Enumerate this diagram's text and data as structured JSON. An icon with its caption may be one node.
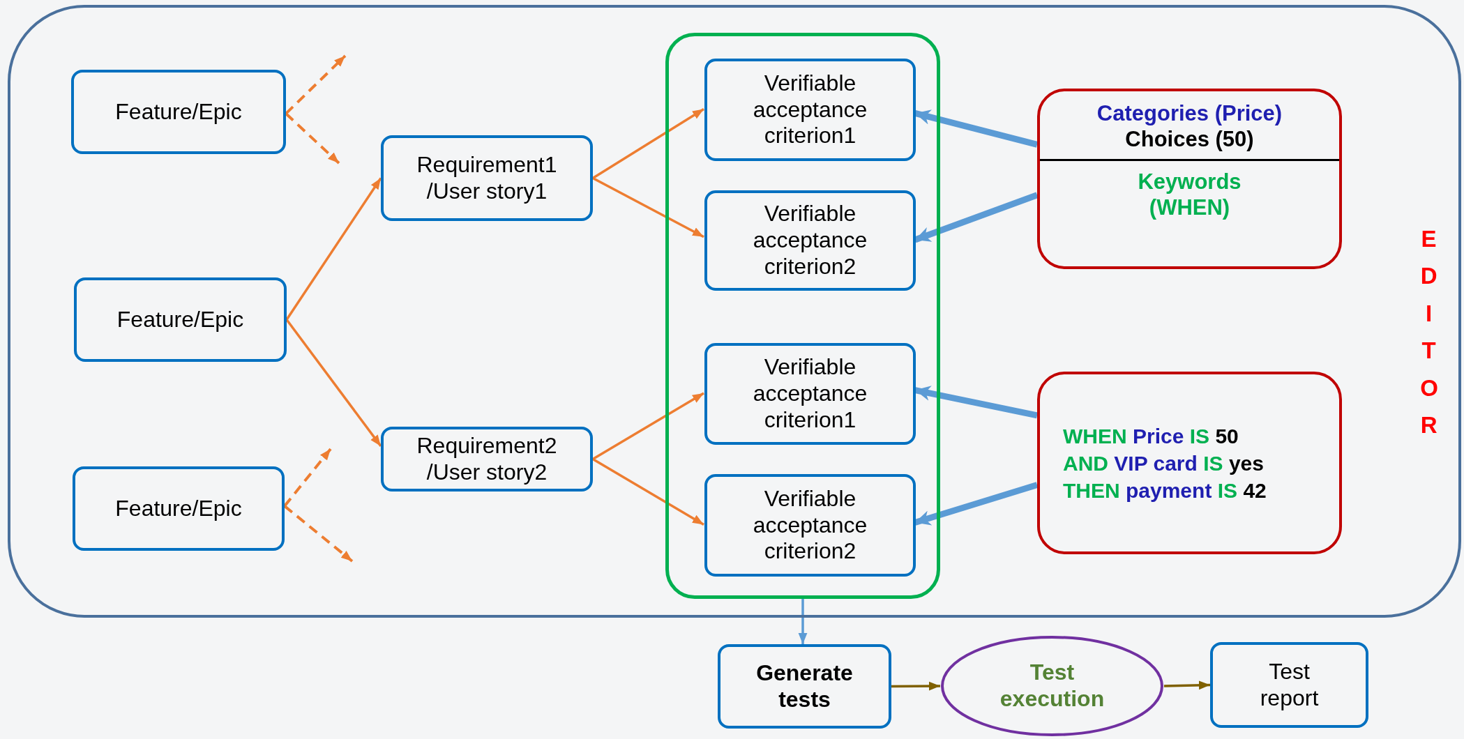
{
  "diagram": {
    "nodes": [
      {
        "text": [
          "EDITOR"
        ]
      },
      {
        "text": [
          "Feature/Epic"
        ],
        "in": 0
      },
      {
        "text": [
          "Feature/Epic"
        ],
        "in": 0
      },
      {
        "text": [
          "Feature/Epic"
        ],
        "in": 0
      },
      {
        "text": [
          "Requirement1 /User story1"
        ],
        "in": 0
      },
      {
        "text": [
          "Requirement2 /User story2"
        ],
        "in": 0
      },
      {
        "text": [],
        "shape": "box",
        "in": 0
      },
      {
        "text": [
          "Verifiable acceptance criterion1"
        ],
        "in": 6
      },
      {
        "text": [
          "Verifiable acceptance criterion2"
        ],
        "in": 6
      },
      {
        "text": [
          "Verifiable acceptance criterion1"
        ],
        "in": 6
      },
      {
        "text": [
          "Verifiable acceptance criterion2"
        ],
        "in": 6
      },
      {
        "text": [
          "Categories (Price)",
          "Choices (50)",
          "Keywords (WHEN)"
        ],
        "in": 0
      },
      {
        "text": [
          "WHEN Price IS 50",
          "AND VIP card IS yes",
          "THEN payment IS 42"
        ],
        "in": 0
      },
      {
        "text": [
          "Generate tests"
        ]
      },
      {
        "text": [
          "Test execution"
        ]
      },
      {
        "text": [
          "Test report"
        ]
      }
    ],
    "edges": [
      {
        "from": 1,
        "to": null,
        "arrow": "to",
        "style": "dashed"
      },
      {
        "from": 1,
        "to": null,
        "arrow": "to",
        "style": "dashed"
      },
      {
        "from": 2,
        "to": 4,
        "arrow": "to"
      },
      {
        "from": 2,
        "to": 5,
        "arrow": "to"
      },
      {
        "from": 4,
        "to": 7,
        "arrow": "to"
      },
      {
        "from": 4,
        "to": 8,
        "arrow": "to"
      },
      {
        "from": 5,
        "to": 9,
        "arrow": "to"
      },
      {
        "from": 5,
        "to": 10,
        "arrow": "to"
      },
      {
        "from": 3,
        "to": null,
        "arrow": "to",
        "style": "dashed"
      },
      {
        "from": 3,
        "to": null,
        "arrow": "to",
        "style": "dashed"
      },
      {
        "from": 11,
        "to": 7,
        "arrow": "to",
        "style": "thick",
        "color": "#5b9bd5"
      },
      {
        "from": 11,
        "to": 8,
        "arrow": "to",
        "style": "thick",
        "color": "#5b9bd5"
      },
      {
        "from": 12,
        "to": 9,
        "arrow": "to",
        "style": "thick",
        "color": "#5b9bd5"
      },
      {
        "from": 12,
        "to": 10,
        "arrow": "to",
        "style": "thick",
        "color": "#5b9bd5"
      },
      {
        "from": 6,
        "to": 13,
        "arrow": "to",
        "color": "#5b9bd5"
      },
      {
        "from": 13,
        "to": 14,
        "arrow": "to",
        "color": "#7f6000"
      },
      {
        "from": 14,
        "to": 15,
        "arrow": "to",
        "color": "#7f6000"
      }
    ]
  }
}
